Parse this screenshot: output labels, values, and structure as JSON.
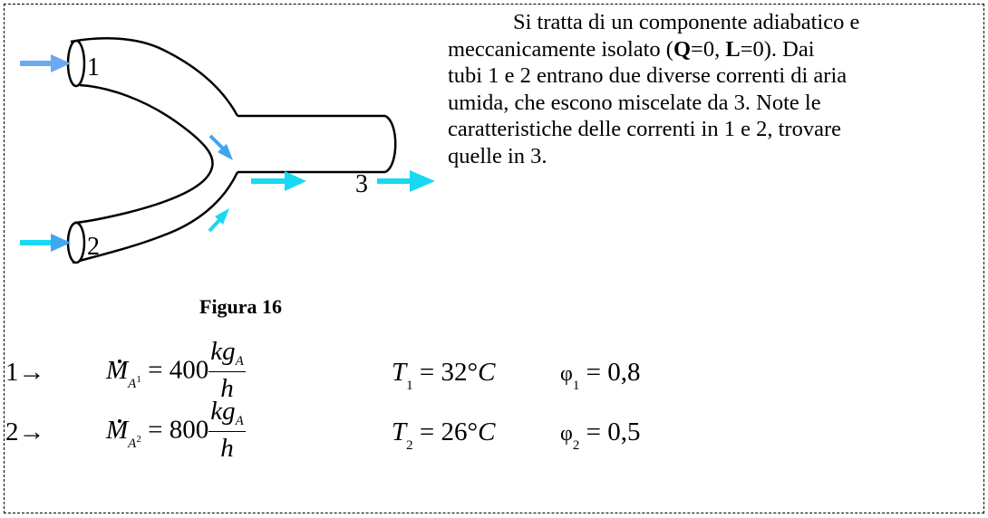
{
  "figure": {
    "label_1": "1",
    "label_2": "2",
    "label_3": "3",
    "caption": "Figura 16",
    "arrow_colors": {
      "inlet": "#6aa9f5",
      "inner": "#3fa6f0",
      "outlet": "#19d9f2"
    }
  },
  "description": {
    "line_1": "Si tratta di un componente adiabatico e",
    "line_2_a": "meccanicamente isolato (",
    "Q": "Q",
    "eq_zero_1": "=0,  ",
    "L": "L",
    "line_2_b": "=0). Dai",
    "line_3": "tubi 1 e 2 entrano due diverse correnti di aria",
    "line_4": "umida, che escono miscelate da 3. Note le",
    "line_5": "caratteristiche delle correnti in 1 e 2, trovare",
    "line_6": "quelle in 3."
  },
  "equations": [
    {
      "row": "1→",
      "M": "M",
      "sub_A": "A",
      "sub_index": "1",
      "eq_value": " = 400",
      "frac_num": "kg",
      "frac_num_sub": "A",
      "frac_den": "h",
      "T": "T",
      "T_sub": "1",
      "T_value": " = 32°",
      "T_unit": "C",
      "phi": "φ",
      "phi_sub": "1",
      "phi_value": " = 0,8"
    },
    {
      "row": "2→",
      "M": "M",
      "sub_A": "A",
      "sub_index": "2",
      "eq_value": " = 800",
      "frac_num": "kg",
      "frac_num_sub": "A",
      "frac_den": "h",
      "T": "T",
      "T_sub": "2",
      "T_value": " = 26°",
      "T_unit": "C",
      "phi": "φ",
      "phi_sub": "2",
      "phi_value": " = 0,5"
    }
  ]
}
